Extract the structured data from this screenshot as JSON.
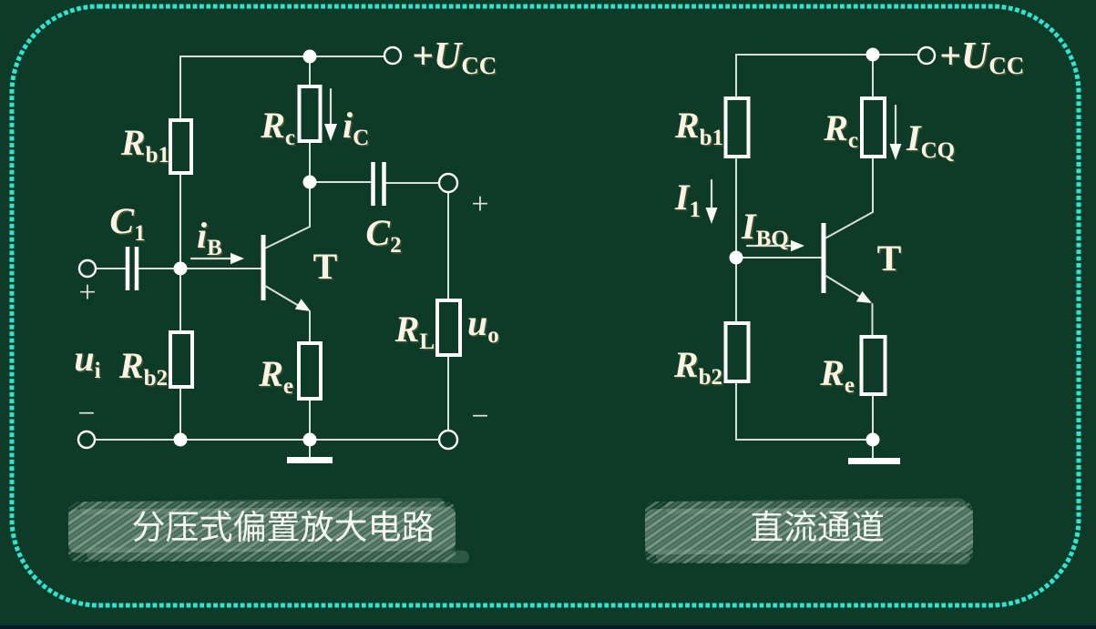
{
  "colors": {
    "background": "#0e3b27",
    "border_dots": "#2ee5d3",
    "wire": "#d9dfd7",
    "component_white": "#ffffff",
    "label_chalk": "#fbf4e4",
    "caption_text": "#f3f6f1",
    "caption_smear": "#7a9882",
    "bottom_strip": "#0a1a28"
  },
  "left_circuit": {
    "caption": "分压式偏置放大电路",
    "labels": {
      "supply": {
        "main": "+U",
        "sub": "CC"
      },
      "rb1": {
        "main": "R",
        "sub": "b1"
      },
      "rc": {
        "main": "R",
        "sub": "c"
      },
      "ic": {
        "main": "i",
        "sub": "C"
      },
      "c1": {
        "main": "C",
        "sub": "1"
      },
      "ib": {
        "main": "i",
        "sub": "B"
      },
      "transistor": "T",
      "c2": {
        "main": "C",
        "sub": "2"
      },
      "rl": {
        "main": "R",
        "sub": "L"
      },
      "uo": {
        "main": "u",
        "sub": "o"
      },
      "ui": {
        "main": "u",
        "sub": "i"
      },
      "rb2": {
        "main": "R",
        "sub": "b2"
      },
      "re": {
        "main": "R",
        "sub": "e"
      },
      "in_plus": "+",
      "in_minus": "−",
      "out_plus": "+",
      "out_minus": "−"
    }
  },
  "right_circuit": {
    "caption": "直流通道",
    "labels": {
      "supply": {
        "main": "+U",
        "sub": "CC"
      },
      "rb1": {
        "main": "R",
        "sub": "b1"
      },
      "rc": {
        "main": "R",
        "sub": "c"
      },
      "icq": {
        "main": "I",
        "sub": "CQ"
      },
      "i1": {
        "main": "I",
        "sub": "1"
      },
      "ibq": {
        "main": "I",
        "sub": "BQ"
      },
      "transistor": "T",
      "rb2": {
        "main": "R",
        "sub": "b2"
      },
      "re": {
        "main": "R",
        "sub": "e"
      }
    }
  }
}
